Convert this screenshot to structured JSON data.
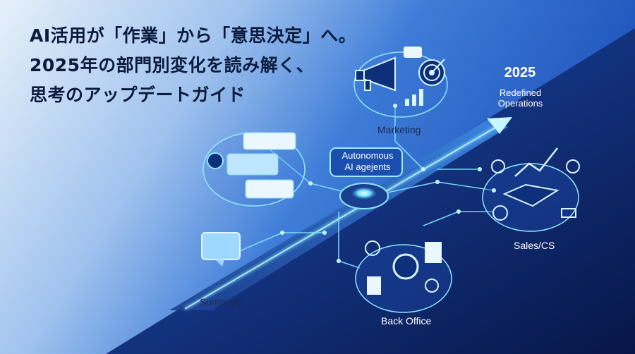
{
  "title": {
    "line1": "AI活用が「作業」から「意思決定」へ。",
    "line2": "2025年の部門別変化を読み解く、",
    "line3": "思考のアップデートガイド"
  },
  "nodes": {
    "marketing": "Marketing",
    "summary": "Summary",
    "back_office": "Back Office",
    "sales_cs": "Sales/CS"
  },
  "badge": {
    "line1": "Autonomous",
    "line2": "AI agejents"
  },
  "goal": {
    "year": "2025",
    "line1": "Redefined",
    "line2": "Operations"
  },
  "colors": {
    "bg_light": "#dce9f7",
    "bg_mid": "#3d78d6",
    "bg_dark": "#0a1d5c",
    "glow": "#6fe3ff",
    "title_text": "#0b1a3d"
  }
}
